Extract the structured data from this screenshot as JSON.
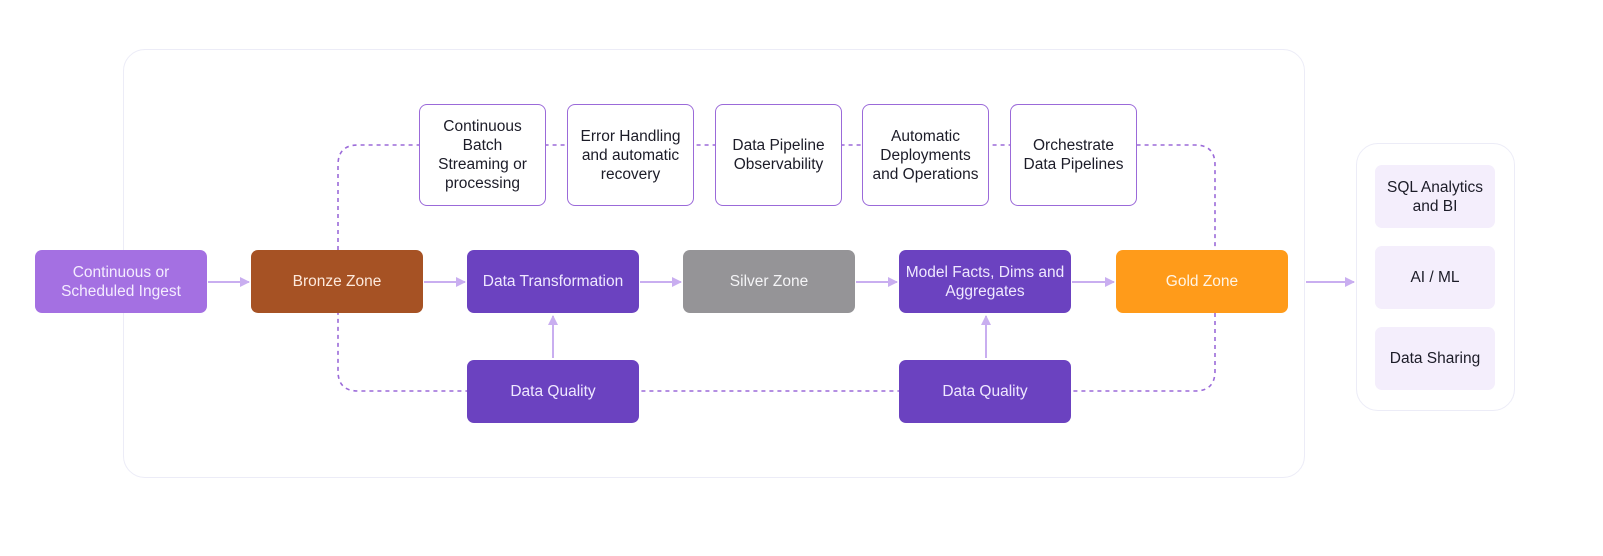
{
  "diagram": {
    "nodes": {
      "ingest": "Continuous or\nScheduled Ingest",
      "bronze": "Bronze Zone",
      "transform": "Data Transformation",
      "silver": "Silver Zone",
      "model": "Model Facts, Dims and\nAggregates",
      "gold": "Gold Zone",
      "quality_1": "Data Quality",
      "quality_2": "Data Quality"
    },
    "capabilities": [
      "Continuous\nBatch\nStreaming or\nprocessing",
      "Error Handling\nand automatic\nrecovery",
      "Data Pipeline\nObservability",
      "Automatic\nDeployments\nand Operations",
      "Orchestrate\nData Pipelines"
    ],
    "outputs": [
      "SQL Analytics\nand BI",
      "AI / ML",
      "Data Sharing"
    ],
    "colors": {
      "ingest": "#a470e2",
      "bronze": "#a65224",
      "purple": "#6b42c0",
      "silver": "#959497",
      "gold": "#ff9b1a",
      "connector": "#c9aef0",
      "dashed": "#9b6ad9",
      "output_bg": "#f4eefc",
      "frame": "#ececf7"
    }
  }
}
